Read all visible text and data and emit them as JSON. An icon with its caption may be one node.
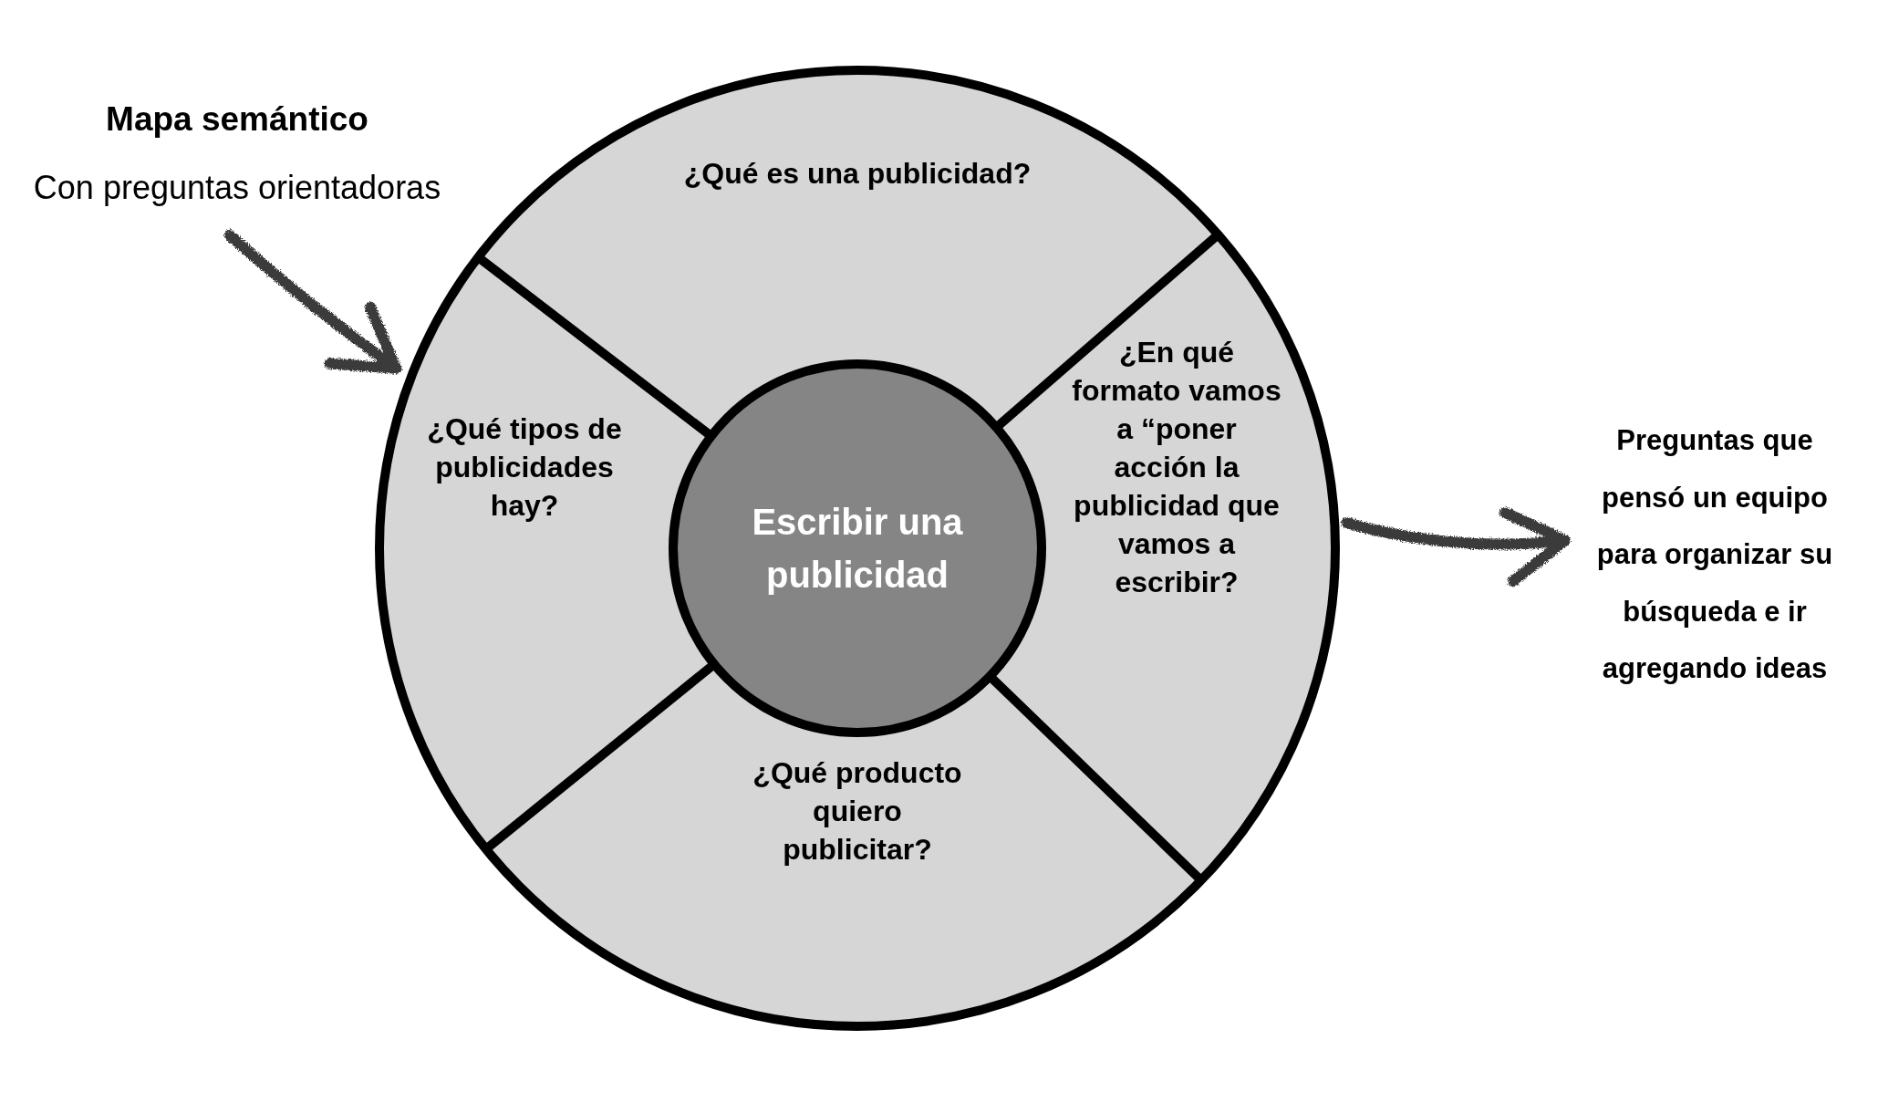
{
  "diagram": {
    "nodes": [
      {
        "text": [
          "Mapa semántico",
          "Con preguntas orientadoras"
        ]
      },
      {
        "text": [],
        "shape": "circle"
      },
      {
        "text": [
          "¿Qué es una publicidad?"
        ],
        "in": 1
      },
      {
        "text": [
          "¿Qué tipos de publicidades hay?"
        ],
        "in": 1
      },
      {
        "text": [
          "Escribir una publicidad"
        ],
        "in": 1
      },
      {
        "text": [
          "¿En qué formato vamos a “poner acción la publicidad que vamos a escribir?"
        ],
        "in": 1
      },
      {
        "text": [
          "¿Qué producto quiero publicitar?"
        ],
        "in": 1
      },
      {
        "text": [
          "Preguntas que pensó un equipo para organizar su búsqueda e ir agregando ideas"
        ]
      }
    ],
    "edges": [
      {
        "from": 0,
        "to": 1,
        "arrow": "to"
      },
      {
        "from": 1,
        "to": 7,
        "arrow": "to"
      }
    ]
  }
}
